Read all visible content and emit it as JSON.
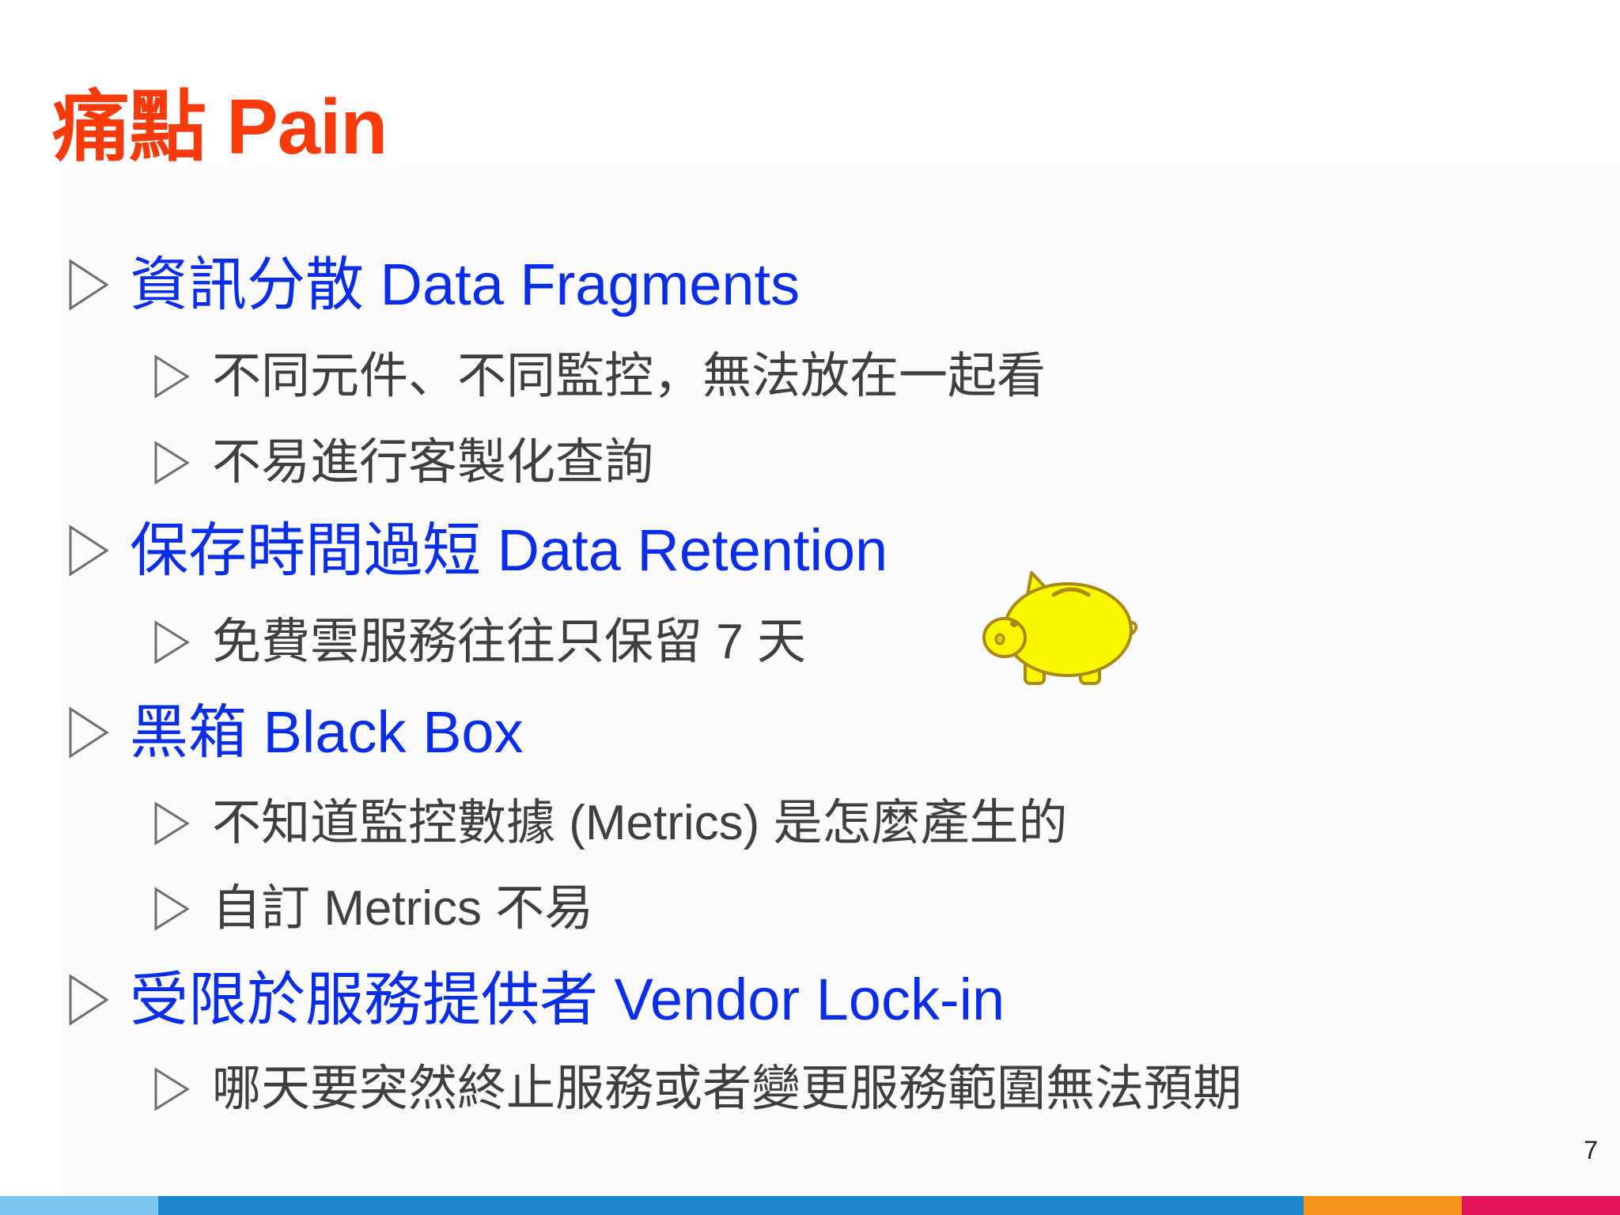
{
  "slide": {
    "title": "痛點 Pain",
    "page_number": "7",
    "colors": {
      "title": "#f93a0a",
      "heading": "#0a2ee8",
      "body": "#3f3f3f",
      "marker": "#6e6e6e",
      "footer": [
        "#7fc8f4",
        "#1a87c8",
        "#f6921e",
        "#e0145a"
      ]
    },
    "decoration_icon": "piggy-bank-icon",
    "bullets": [
      {
        "text": "資訊分散 Data Fragments",
        "children": [
          "不同元件、不同監控，無法放在一起看",
          "不易進行客製化查詢"
        ]
      },
      {
        "text": "保存時間過短 Data Retention",
        "children": [
          "免費雲服務往往只保留 7 天"
        ]
      },
      {
        "text": "黑箱 Black Box",
        "children": [
          "不知道監控數據 (Metrics) 是怎麼產生的",
          "自訂 Metrics 不易"
        ]
      },
      {
        "text": "受限於服務提供者 Vendor Lock-in",
        "children": [
          "哪天要突然終止服務或者變更服務範圍無法預期"
        ]
      }
    ]
  }
}
